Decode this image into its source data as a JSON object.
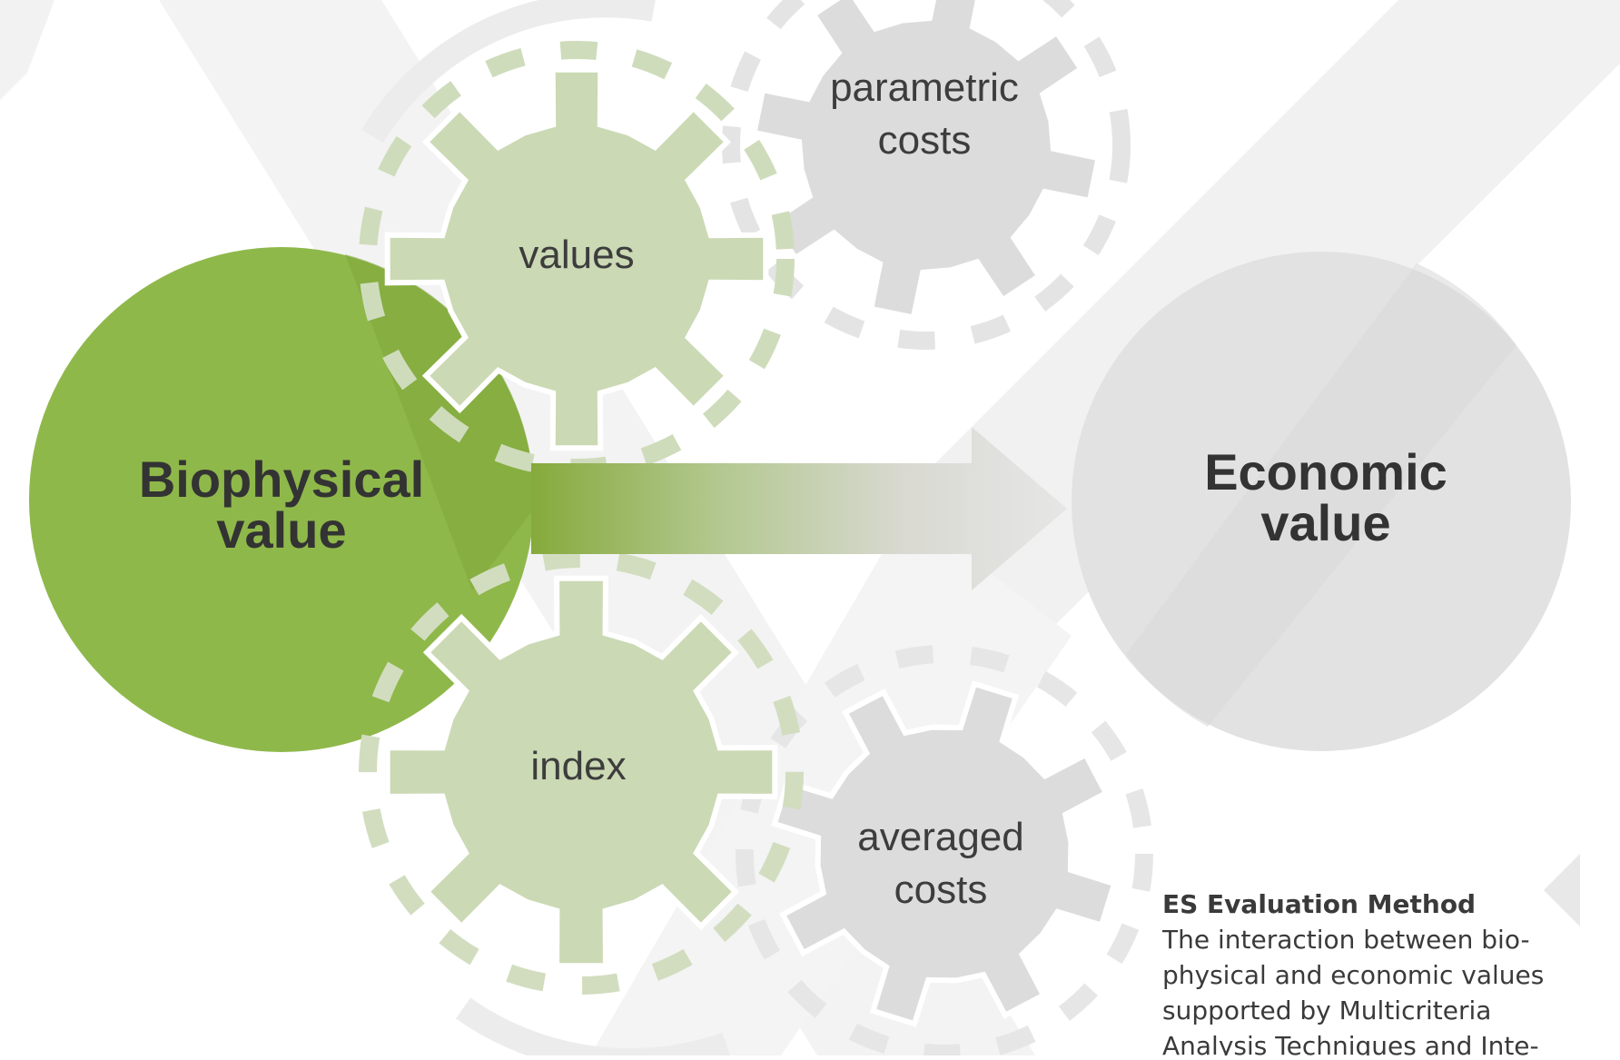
{
  "diagram": {
    "source_node": {
      "line1": "Biophysical",
      "line2": "value"
    },
    "target_node": {
      "line1": "Economic",
      "line2": "value"
    },
    "gears": [
      {
        "id": "values",
        "line1": "values",
        "line2": ""
      },
      {
        "id": "index",
        "line1": "index",
        "line2": ""
      },
      {
        "id": "parametric",
        "line1": "parametric",
        "line2": "costs"
      },
      {
        "id": "averaged",
        "line1": "averaged",
        "line2": "costs"
      }
    ]
  },
  "caption": {
    "title": "ES Evaluation Method",
    "body": "The interaction between bio-physical and economic values supported by Multicriteria Analysis Techniques and Inte-"
  },
  "colors": {
    "source_green": "#8fb84a",
    "green_gear": "#cbd9b4",
    "grey_gear": "#dcdcdc",
    "target_grey": "#e2e2e2"
  }
}
